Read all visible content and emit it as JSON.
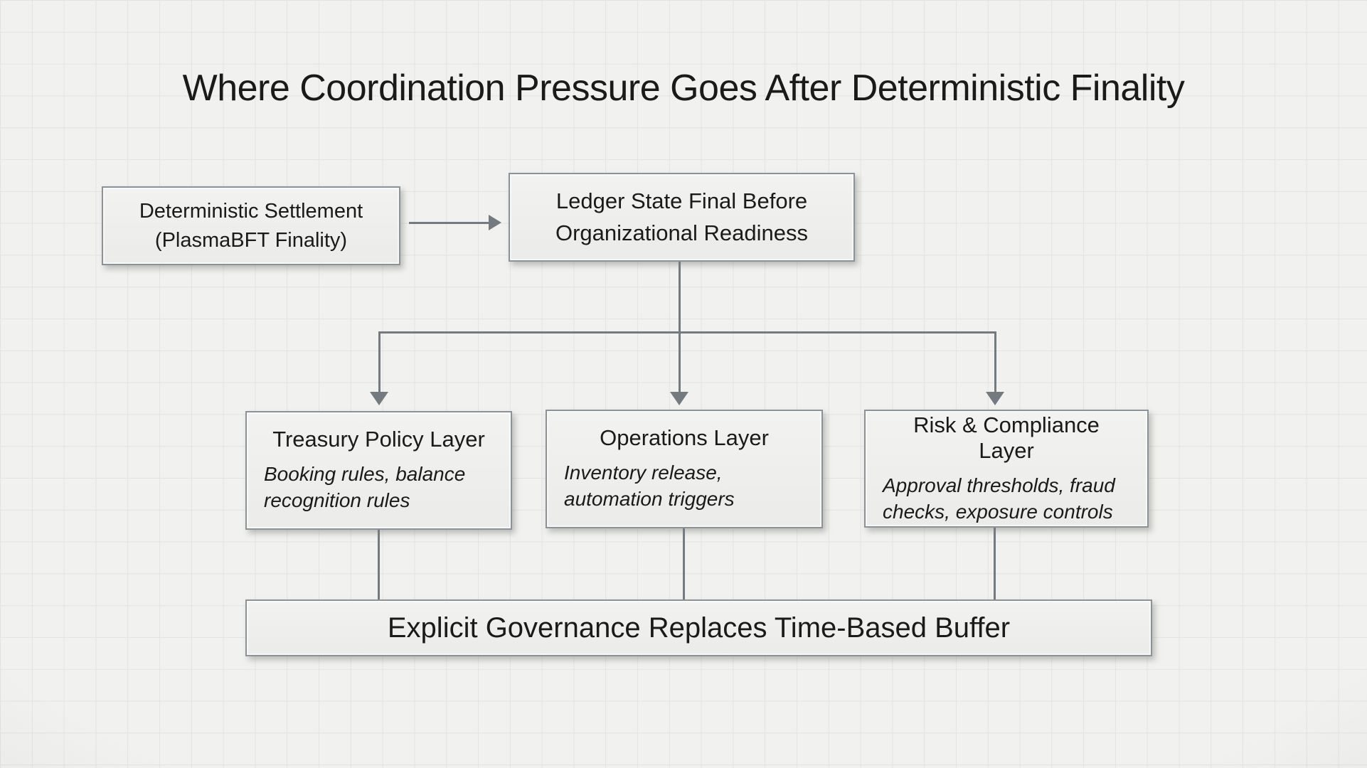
{
  "title": "Where Coordination Pressure Goes After Deterministic Finality",
  "flow": {
    "source": {
      "line1": "Deterministic Settlement",
      "line2": "(PlasmaBFT Finality)"
    },
    "ledger_state": {
      "line1": "Ledger State Final Before",
      "line2": "Organizational Readiness"
    },
    "layers": [
      {
        "title": "Treasury Policy Layer",
        "subtitle": "Booking rules, balance recognition rules"
      },
      {
        "title": "Operations Layer",
        "subtitle": "Inventory release, automation triggers"
      },
      {
        "title": "Risk & Compliance Layer",
        "subtitle": "Approval thresholds, fraud checks, exposure controls"
      }
    ],
    "outcome": "Explicit Governance Replaces Time-Based Buffer"
  },
  "colors": {
    "background": "#f1f1ef",
    "grid_line": "#e3e3e1",
    "box_fill": "#f2f2f0",
    "box_border": "#8b9298",
    "connector": "#737b81",
    "text": "#1a1a1a"
  }
}
